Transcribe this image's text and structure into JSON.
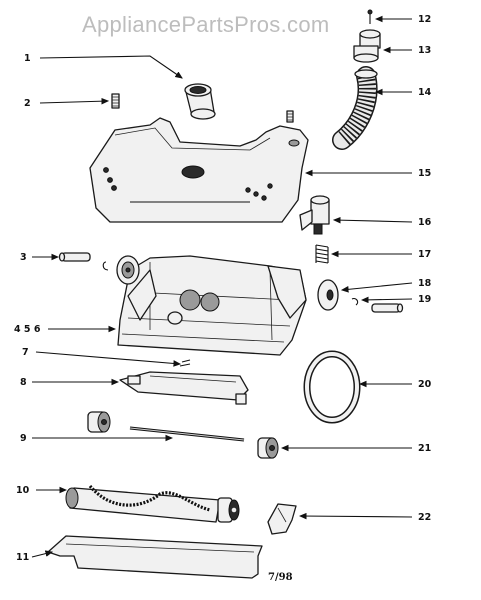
{
  "watermark": "AppliancePartsPros.com",
  "footer_code": "7/98",
  "callouts": [
    "1",
    "2",
    "3",
    "4 5 6",
    "7",
    "8",
    "9",
    "10",
    "11",
    "12",
    "13",
    "14",
    "15",
    "16",
    "17",
    "18",
    "19",
    "20",
    "21",
    "22"
  ]
}
